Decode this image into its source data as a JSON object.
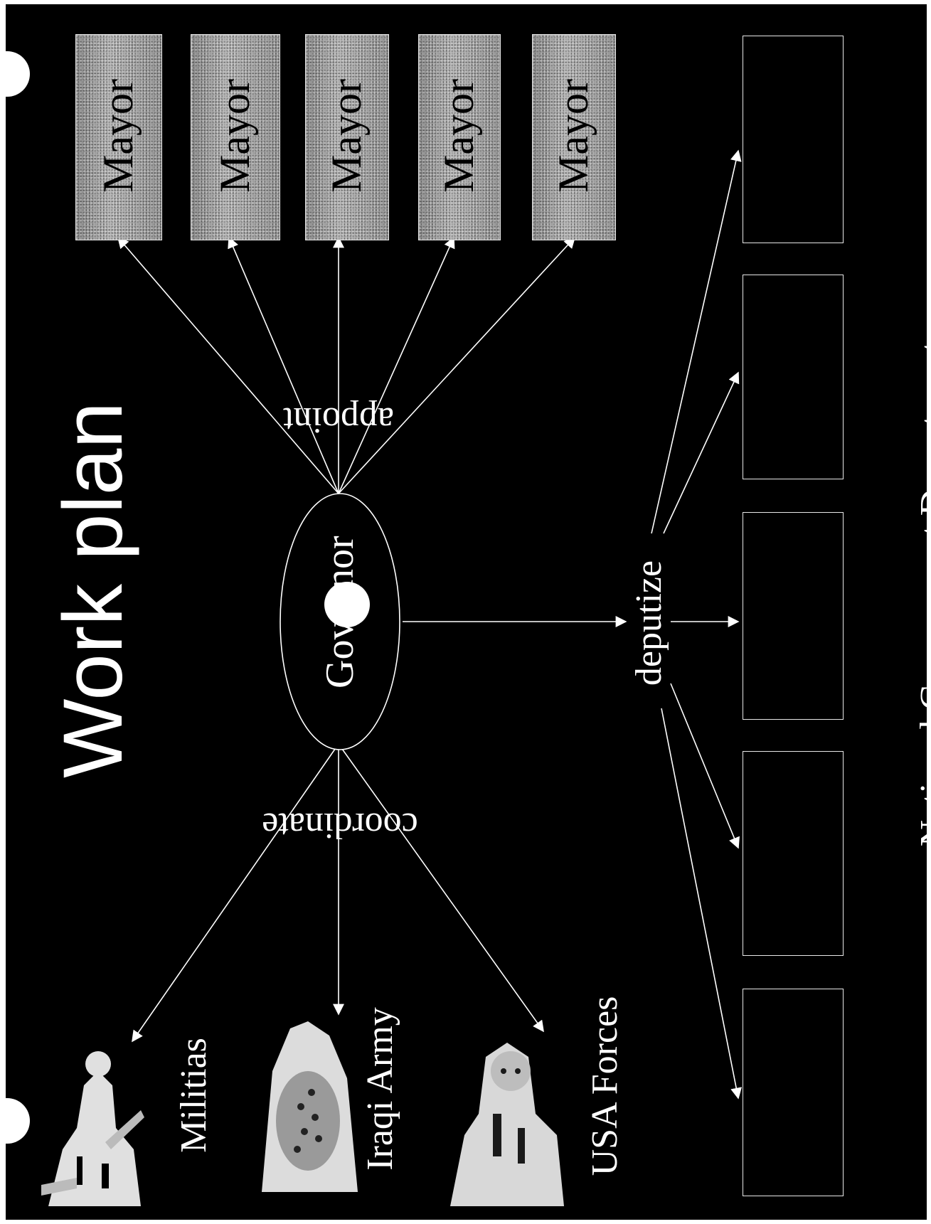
{
  "title": "Work plan",
  "center": {
    "label": "Governor"
  },
  "relations": {
    "appoint": "appoint",
    "coordinate": "coordinate",
    "deputize": "deputize"
  },
  "mayors": [
    {
      "label": "Mayor"
    },
    {
      "label": "Mayor"
    },
    {
      "label": "Mayor"
    },
    {
      "label": "Mayor"
    },
    {
      "label": "Mayor"
    }
  ],
  "forces": [
    {
      "label": "Militias"
    },
    {
      "label": "Iraqi Army"
    },
    {
      "label": "USA Forces"
    }
  ],
  "departments": {
    "group_label": "National Government Departments",
    "box_count": 5
  },
  "colors": {
    "background": "#000000",
    "foreground": "#ffffff",
    "mayor_fill": "#a8a8a8"
  }
}
